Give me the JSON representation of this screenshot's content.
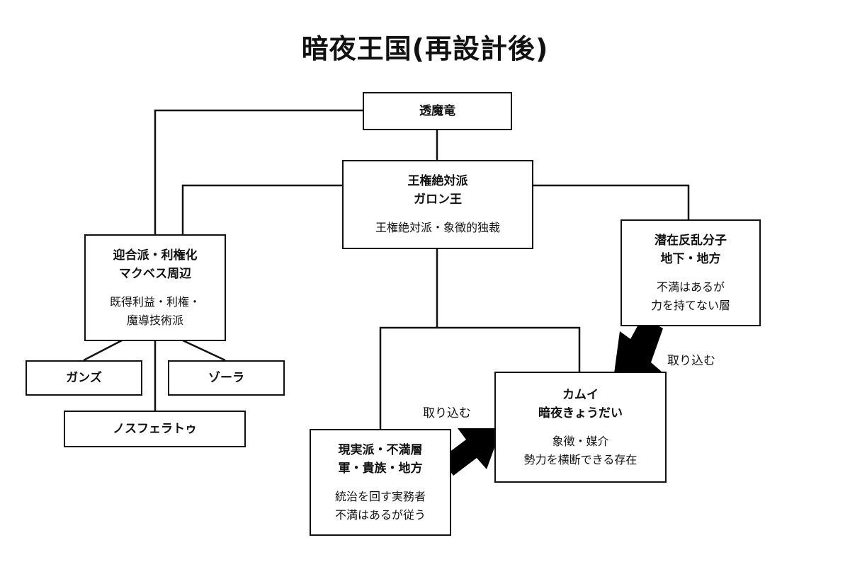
{
  "title": "暗夜王国(再設計後)",
  "nodes": {
    "toumaryu": {
      "title_lines": [
        "透魔竜"
      ]
    },
    "royal": {
      "title_lines": [
        "王権絶対派",
        "ガロン王"
      ],
      "desc_lines": [
        "王権絶対派・象徴的独裁"
      ]
    },
    "geigo": {
      "title_lines": [
        "迎合派・利権化",
        "マクベス周辺"
      ],
      "desc_lines": [
        "既得利益・利権・",
        "魔導技術派"
      ]
    },
    "gunter": {
      "title_lines": [
        "ガンズ"
      ]
    },
    "zola": {
      "title_lines": [
        "ゾーラ"
      ]
    },
    "nosferatu": {
      "title_lines": [
        "ノスフェラトゥ"
      ]
    },
    "rebels": {
      "title_lines": [
        "潜在反乱分子",
        "地下・地方"
      ],
      "desc_lines": [
        "不満はあるが",
        "力を持てない層"
      ]
    },
    "kamui": {
      "title_lines": [
        "カムイ",
        "暗夜きょうだい"
      ],
      "desc_lines": [
        "象徴・媒介",
        "勢力を横断できる存在"
      ]
    },
    "realists": {
      "title_lines": [
        "現実派・不満層",
        "軍・貴族・地方"
      ],
      "desc_lines": [
        "統治を回す実務者",
        "不満はあるが従う"
      ]
    }
  },
  "labels": {
    "absorb_right": "取り込む",
    "absorb_left": "取り込む"
  },
  "colors": {
    "line": "#111111",
    "arrow": "#000000",
    "background": "#ffffff"
  }
}
